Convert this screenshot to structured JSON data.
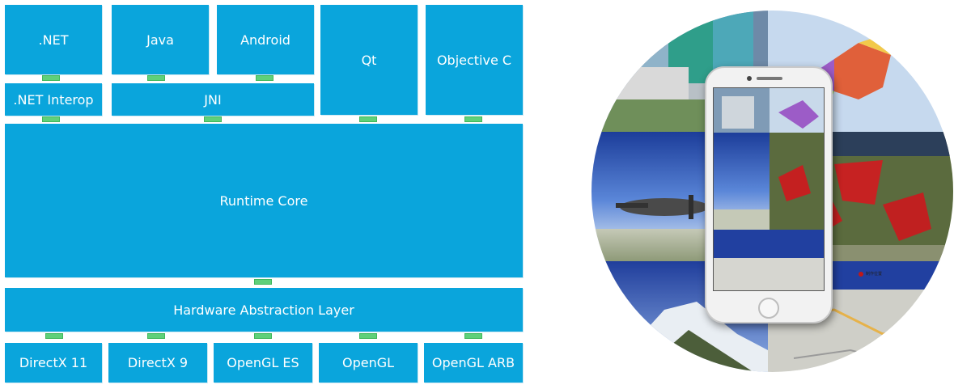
{
  "diagram": {
    "bindings": {
      "dotnet": ".NET",
      "java": "Java",
      "android": "Android",
      "qt": "Qt",
      "objective_c": "Objective C",
      "dotnet_interop": ".NET Interop",
      "jni": "JNI"
    },
    "runtime_core": "Runtime Core",
    "hardware_abstraction_layer": "Hardware Abstraction Layer",
    "graphics_apis": {
      "directx11": "DirectX 11",
      "directx9": "DirectX 9",
      "opengl_es": "OpenGL ES",
      "opengl": "OpenGL",
      "opengl_arb": "OpenGL ARB"
    },
    "colors": {
      "box_fill": "#0aa5dc",
      "box_text": "#ffffff",
      "connector": "#5fd07a"
    }
  },
  "illustration": {
    "map_label": "制作位置",
    "icon": "smartphone-with-3d-map-scenes"
  }
}
